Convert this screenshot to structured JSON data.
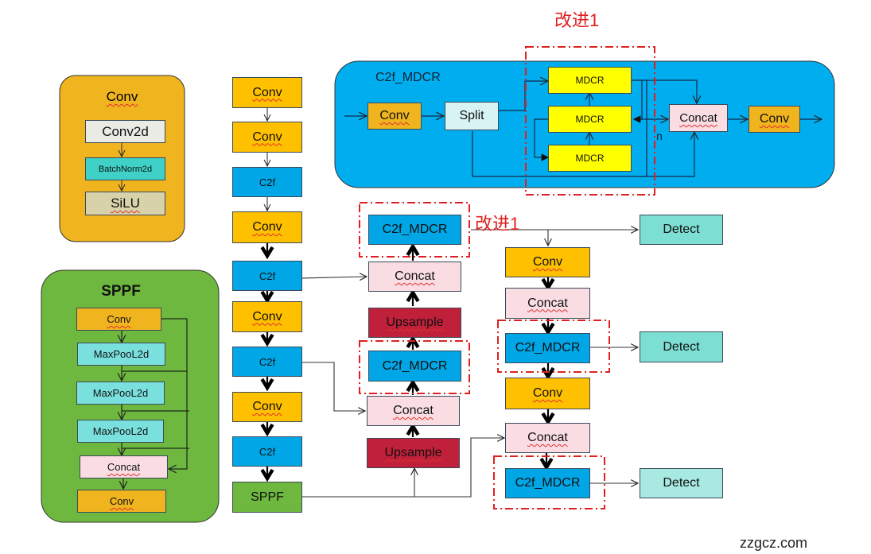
{
  "title_improve_top": "改进1",
  "title_improve_mid": "改进1",
  "watermark": "zzgcz.com",
  "colors": {
    "conv": "#ffc000",
    "c2f": "#00a6e6",
    "concat": "#f9dde3",
    "upsample": "#c0203a",
    "detect": "#7ddfd3",
    "sppf": "#6fb83f",
    "mdcr": "#ffff00",
    "highlight": "#e02020"
  },
  "conv_panel": {
    "title": "Conv",
    "items": [
      "Conv2d",
      "BatchNorm2d",
      "SiLU"
    ]
  },
  "sppf_panel": {
    "title": "SPPF",
    "items": [
      "Conv",
      "MaxPooL2d",
      "MaxPooL2d",
      "MaxPooL2d",
      "Concat",
      "Conv"
    ]
  },
  "c2f_mdcr_panel": {
    "title": "C2f_MDCR",
    "conv_in": "Conv",
    "split": "Split",
    "mdcr": [
      "MDCR",
      "MDCR",
      "MDCR"
    ],
    "n_label": "n",
    "concat": "Concat",
    "conv_out": "Conv"
  },
  "backbone": [
    "Conv",
    "Conv",
    "C2f",
    "Conv",
    "C2f",
    "Conv",
    "C2f",
    "Conv",
    "C2f",
    "SPPF"
  ],
  "neck_left": [
    "C2f_MDCR",
    "Concat",
    "Upsample",
    "C2f_MDCR",
    "Concat",
    "Upsample"
  ],
  "neck_right": [
    "Conv",
    "Concat",
    "C2f_MDCR",
    "Conv",
    "Concat",
    "C2f_MDCR"
  ],
  "detect": [
    "Detect",
    "Detect",
    "Detect"
  ]
}
